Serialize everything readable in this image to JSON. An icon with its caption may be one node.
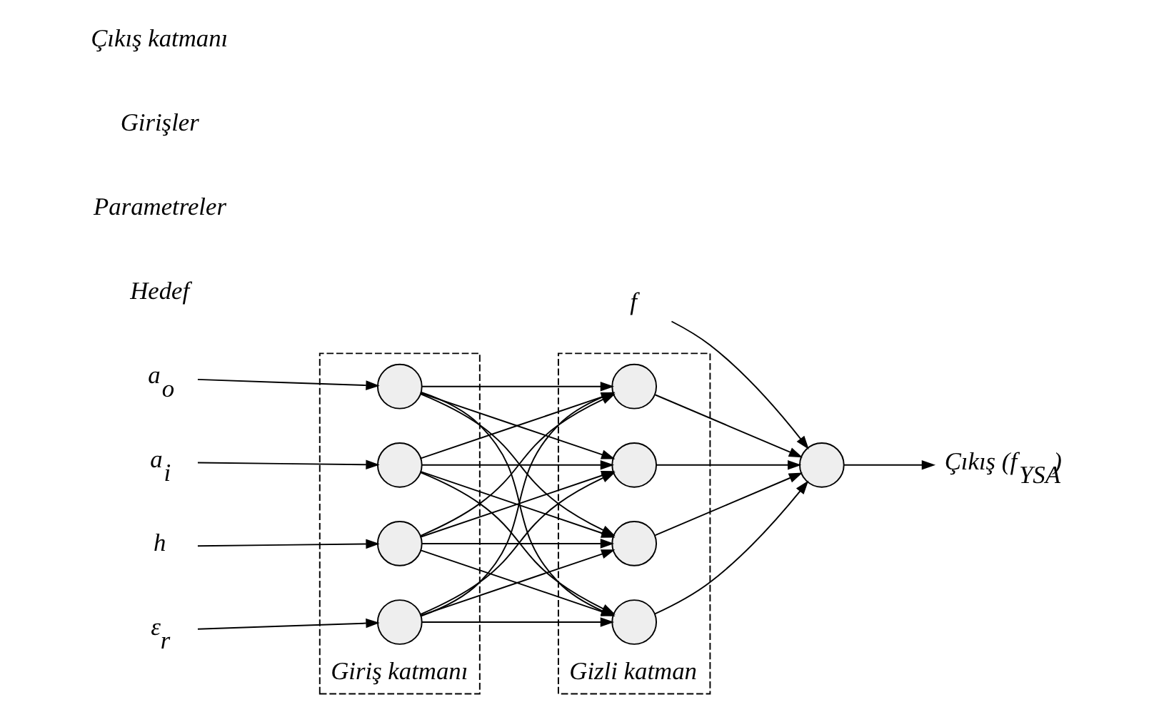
{
  "diagram": {
    "nodes": [
      {
        "text": [
          "f"
        ]
      },
      {
        "text": [
          "a$_{o}$"
        ]
      },
      {
        "text": [
          "a$_{i}$"
        ]
      },
      {
        "text": [
          "h"
        ]
      },
      {
        "text": [
          "ε$_{r}$"
        ]
      },
      {
        "text": [
          "Giriş katmanı"
        ]
      },
      {
        "text": [],
        "shape": "circle",
        "in": 5
      },
      {
        "text": [],
        "shape": "circle",
        "in": 5
      },
      {
        "text": [],
        "shape": "circle",
        "in": 5
      },
      {
        "text": [],
        "shape": "circle",
        "in": 5
      },
      {
        "text": [
          "Gizli katman"
        ]
      },
      {
        "text": [],
        "shape": "circle",
        "in": 10
      },
      {
        "text": [],
        "shape": "circle",
        "in": 10
      },
      {
        "text": [],
        "shape": "circle",
        "in": 10
      },
      {
        "text": [],
        "shape": "circle",
        "in": 10
      },
      {
        "text": [],
        "shape": "circle"
      },
      {
        "text": [
          "Çıkış (f$_{YSA}$)"
        ]
      }
    ],
    "edges": [
      {
        "from": 0,
        "to": 15,
        "arrow": "to"
      },
      {
        "from": 1,
        "to": 6,
        "arrow": "to"
      },
      {
        "from": 2,
        "to": 7,
        "arrow": "to"
      },
      {
        "from": 3,
        "to": 8,
        "arrow": "to"
      },
      {
        "from": 4,
        "to": 9,
        "arrow": "to"
      },
      {
        "from": 6,
        "to": 11,
        "arrow": "to"
      },
      {
        "from": 6,
        "to": 12,
        "arrow": "to"
      },
      {
        "from": 6,
        "to": 13,
        "arrow": "to"
      },
      {
        "from": 6,
        "to": 14,
        "arrow": "to"
      },
      {
        "from": 7,
        "to": 11,
        "arrow": "to"
      },
      {
        "from": 7,
        "to": 12,
        "arrow": "to"
      },
      {
        "from": 7,
        "to": 13,
        "arrow": "to"
      },
      {
        "from": 7,
        "to": 14,
        "arrow": "to"
      },
      {
        "from": 8,
        "to": 11,
        "arrow": "to"
      },
      {
        "from": 8,
        "to": 12,
        "arrow": "to"
      },
      {
        "from": 8,
        "to": 13,
        "arrow": "to"
      },
      {
        "from": 8,
        "to": 14,
        "arrow": "to"
      },
      {
        "from": 9,
        "to": 11,
        "arrow": "to"
      },
      {
        "from": 9,
        "to": 12,
        "arrow": "to"
      },
      {
        "from": 9,
        "to": 13,
        "arrow": "to"
      },
      {
        "from": 9,
        "to": 14,
        "arrow": "to"
      },
      {
        "from": 11,
        "to": 15,
        "arrow": "to"
      },
      {
        "from": 12,
        "to": 15,
        "arrow": "to"
      },
      {
        "from": 13,
        "to": 15,
        "arrow": "to"
      },
      {
        "from": 14,
        "to": 15,
        "arrow": "to"
      },
      {
        "from": 15,
        "to": 16,
        "arrow": "to"
      }
    ],
    "labels": [
      "Hedef",
      "Parametreler",
      "Girişler",
      "Çıkış katmanı"
    ]
  }
}
